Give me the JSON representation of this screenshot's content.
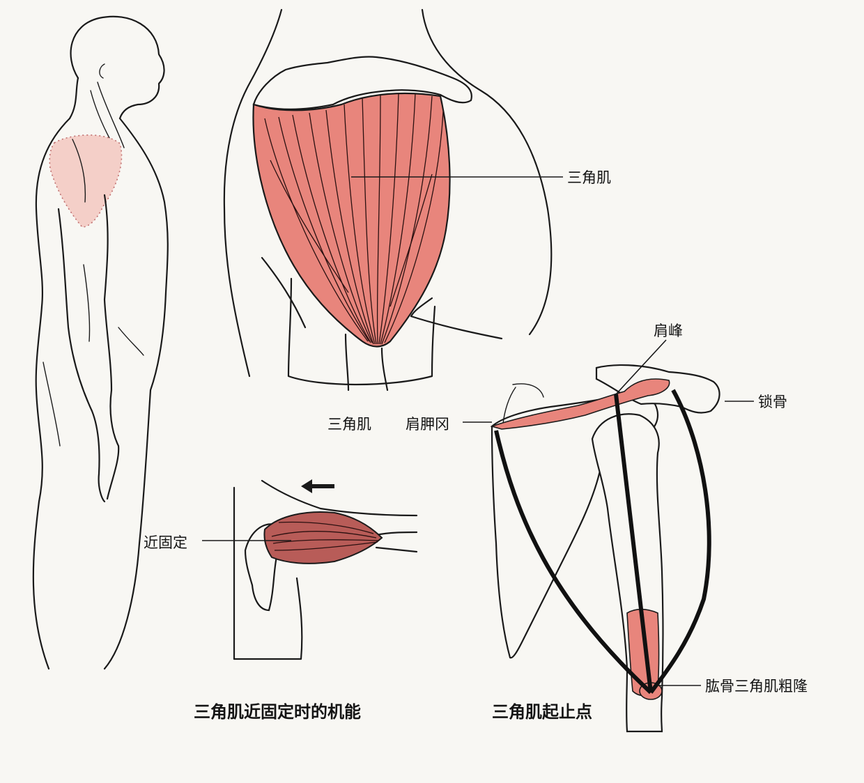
{
  "labels": {
    "deltoid_top": "三角肌",
    "acromion": "肩峰",
    "clavicle": "锁骨",
    "deltoid_mid": "三角肌",
    "scapular_spine": "肩胛冈",
    "proximal_fixation": "近固定",
    "deltoid_tuberosity": "肱骨三角肌粗隆",
    "caption_function": "三角肌近固定时的机能",
    "caption_attachments": "三角肌起止点"
  },
  "colors": {
    "muscle": "#e8857c",
    "muscle_light": "#f4cfc8",
    "ink": "#1a1a1a",
    "paper": "#f8f7f3"
  }
}
